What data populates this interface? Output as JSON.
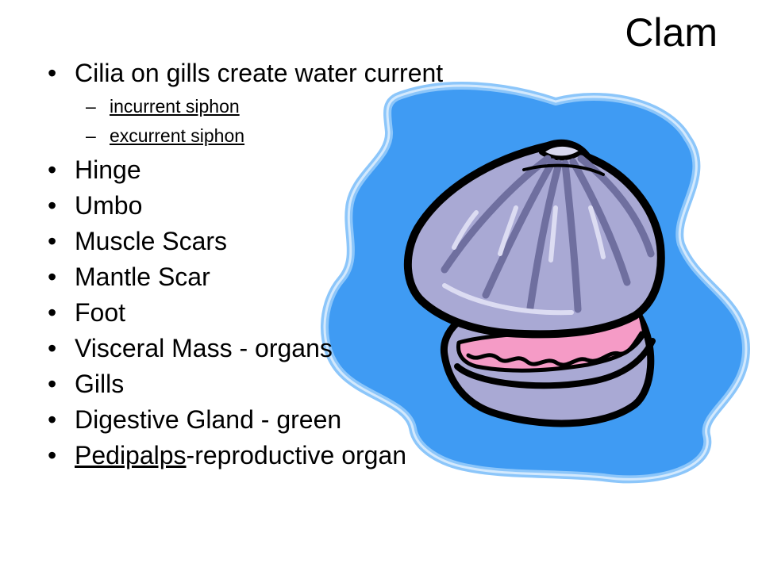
{
  "slide": {
    "title": "Clam",
    "bullets": [
      {
        "text": "Cilia on gills create water current"
      },
      {
        "text": "Hinge"
      },
      {
        "text": "Umbo"
      },
      {
        "text": "Muscle Scars"
      },
      {
        "text": "Mantle Scar"
      },
      {
        "text": "Foot"
      },
      {
        "text": "Visceral Mass - organs"
      },
      {
        "text": "Gills"
      },
      {
        "text": "Digestive Gland - green"
      },
      {
        "underlined": "Pedipalps",
        "rest": "-reproductive organ"
      }
    ],
    "subbullets": [
      {
        "text": "incurrent siphon"
      },
      {
        "text": "excurrent siphon"
      }
    ],
    "bullet_glyph": "•",
    "dash_glyph": "–"
  },
  "colors": {
    "water": "#3f9bf3",
    "shell": "#a9a9d4",
    "shell_dark": "#6f6f9f",
    "flesh": "#f59bc6"
  },
  "clipart": {
    "icon": "clam-shell-icon"
  }
}
